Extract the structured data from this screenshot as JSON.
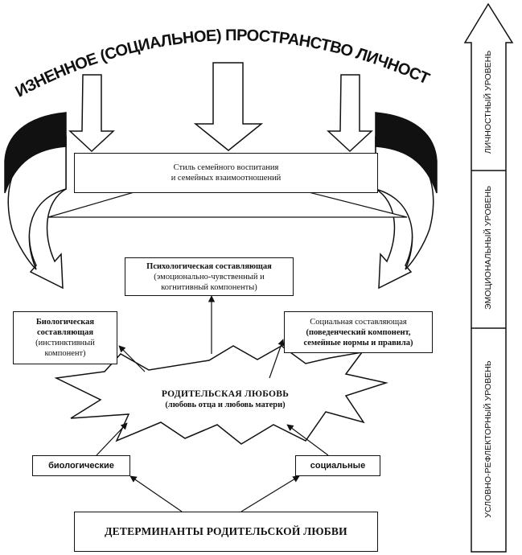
{
  "diagram": {
    "arc_title": "ЖИЗНЕННОЕ (СОЦИАЛЬНОЕ) ПРОСТРАНСТВО ЛИЧНОСТИ",
    "style_box": {
      "line1": "Стиль семейного воспитания",
      "line2": "и семейных взаимоотношений"
    },
    "psych_box": {
      "line1": "Психологическая составляющая",
      "line2": "(эмоционально-чувственный и",
      "line3": "когнитивный компоненты)"
    },
    "bio_box": {
      "line1": "Биологическая",
      "line2": "составляющая",
      "line3": "(инстинктивный",
      "line4": "компонент)"
    },
    "social_box": {
      "line1": "Социальная составляющая",
      "line2": "(поведенческий компонент,",
      "line3": "семейные нормы и правила)"
    },
    "star": {
      "line1": "РОДИТЕЛЬСКАЯ ЛЮБОВЬ",
      "line2": "(любовь отца и любовь матери)"
    },
    "bio_factor": "биологические",
    "social_factor": "социальные",
    "determinants": "ДЕТЕРМИНАНТЫ РОДИТЕЛЬСКОЙ ЛЮБВИ"
  },
  "levels": {
    "personal": "ЛИЧНОСТНЫЙ УРОВЕНЬ",
    "emotional": "ЭМОЦИОНАЛЬНЫЙ УРОВЕНЬ",
    "reflex": "УСЛОВНО-РЕФЛЕКТОРНЫЙ УРОВЕНЬ"
  }
}
